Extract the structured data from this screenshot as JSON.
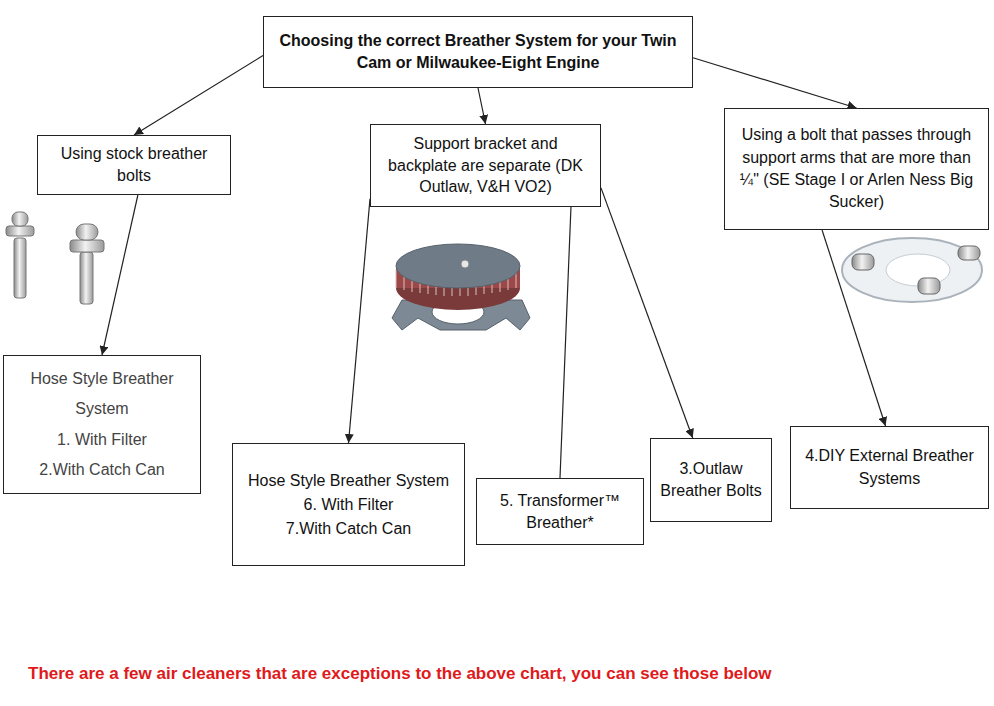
{
  "diagram": {
    "nodes": [
      {
        "text": [
          "Choosing the correct Breather System for your Twin Cam or Milwaukee-Eight Engine"
        ]
      },
      {
        "text": [
          "Using stock breather bolts"
        ]
      },
      {
        "text": [
          "Support bracket and backplate are separate (DK Outlaw, V&H VO2)"
        ]
      },
      {
        "text": [
          "Using a bolt that passes through support arms that are more than ¼\" (SE Stage I or Arlen Ness Big Sucker)"
        ]
      },
      {
        "text": [
          "Hose Style Breather System",
          "1. With Filter",
          "2.With Catch Can"
        ]
      },
      {
        "text": [
          "Hose Style Breather System",
          "6. With Filter",
          "7.With Catch Can"
        ]
      },
      {
        "text": [
          "5. Transformer™ Breather*"
        ]
      },
      {
        "text": [
          "3.Outlaw Breather Bolts"
        ]
      },
      {
        "text": [
          "4.DIY External Breather Systems"
        ]
      }
    ],
    "edges": [
      {
        "from": 0,
        "to": 1,
        "arrow": "to"
      },
      {
        "from": 0,
        "to": 2,
        "arrow": "to"
      },
      {
        "from": 0,
        "to": 3,
        "arrow": "to"
      },
      {
        "from": 1,
        "to": 4,
        "arrow": "to"
      },
      {
        "from": 2,
        "to": 5,
        "arrow": "to"
      },
      {
        "from": 2,
        "to": 6,
        "arrow": "none"
      },
      {
        "from": 2,
        "to": 7,
        "arrow": "to"
      },
      {
        "from": 3,
        "to": 8,
        "arrow": "to"
      }
    ],
    "labels": [
      "There are a few air cleaners that are exceptions to the above chart, you can see those below"
    ]
  }
}
